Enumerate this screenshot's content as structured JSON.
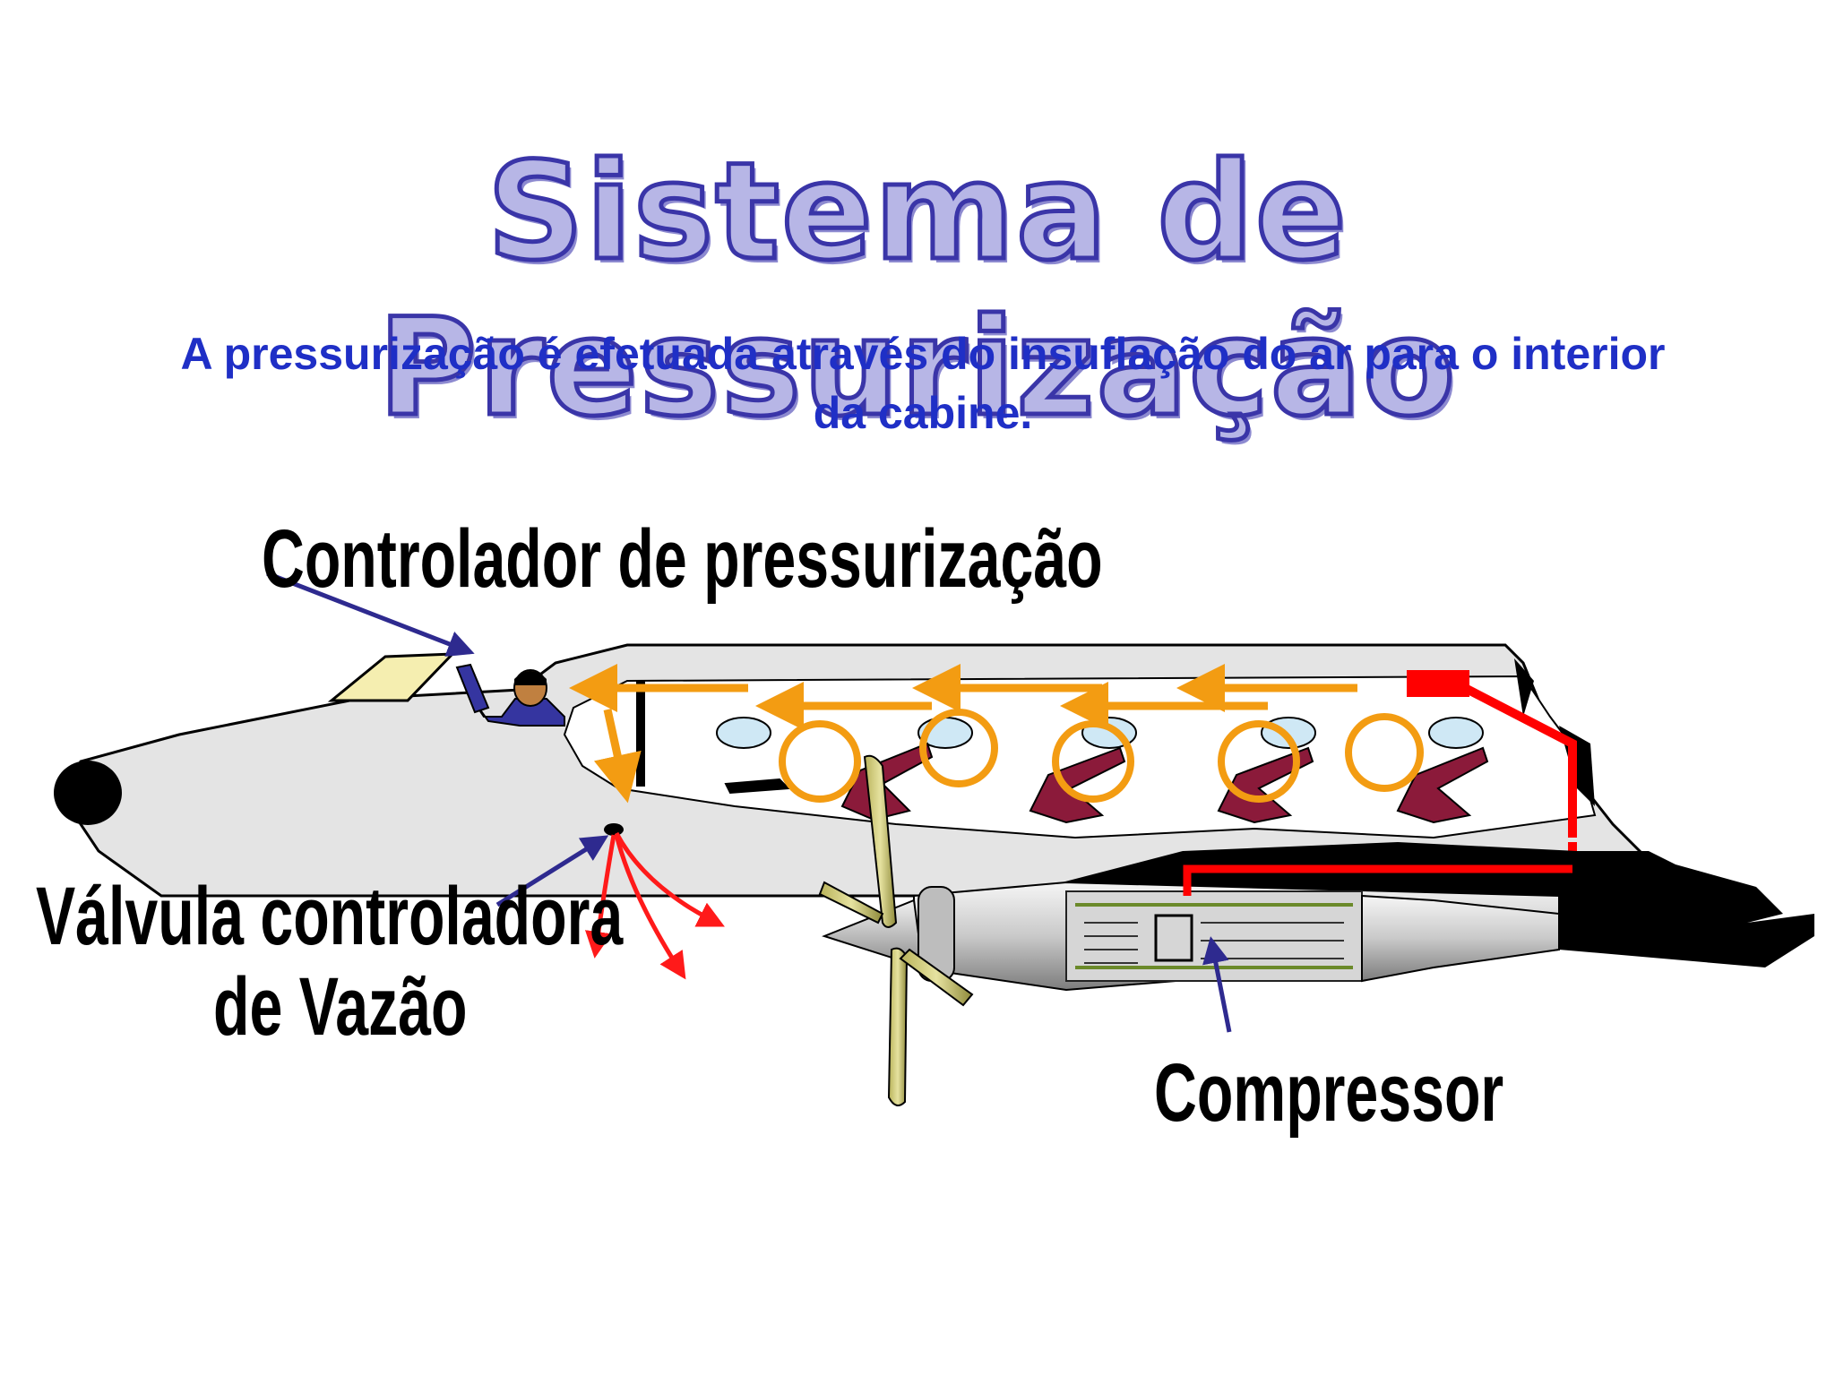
{
  "title": "Sistema de Pressurização",
  "subtitle": "A pressurização é efetuada através do insuflação  do ar para o interior da cabine.",
  "labels": {
    "controller": "Controlador de pressurização",
    "valve_line1": "Válvula controladora",
    "valve_line2": "de Vazão",
    "compressor": "Compressor"
  },
  "colors": {
    "title_fill": "#b7b6e6",
    "title_stroke": "#3a35a8",
    "subtitle": "#1f2fc6",
    "airflow_arrows": "#f39c12",
    "bleed_duct": "#ff0000",
    "pointer_arrows": "#2e2a8f",
    "seats": "#8b1a3a",
    "fuselage": "#e6e6e6"
  }
}
